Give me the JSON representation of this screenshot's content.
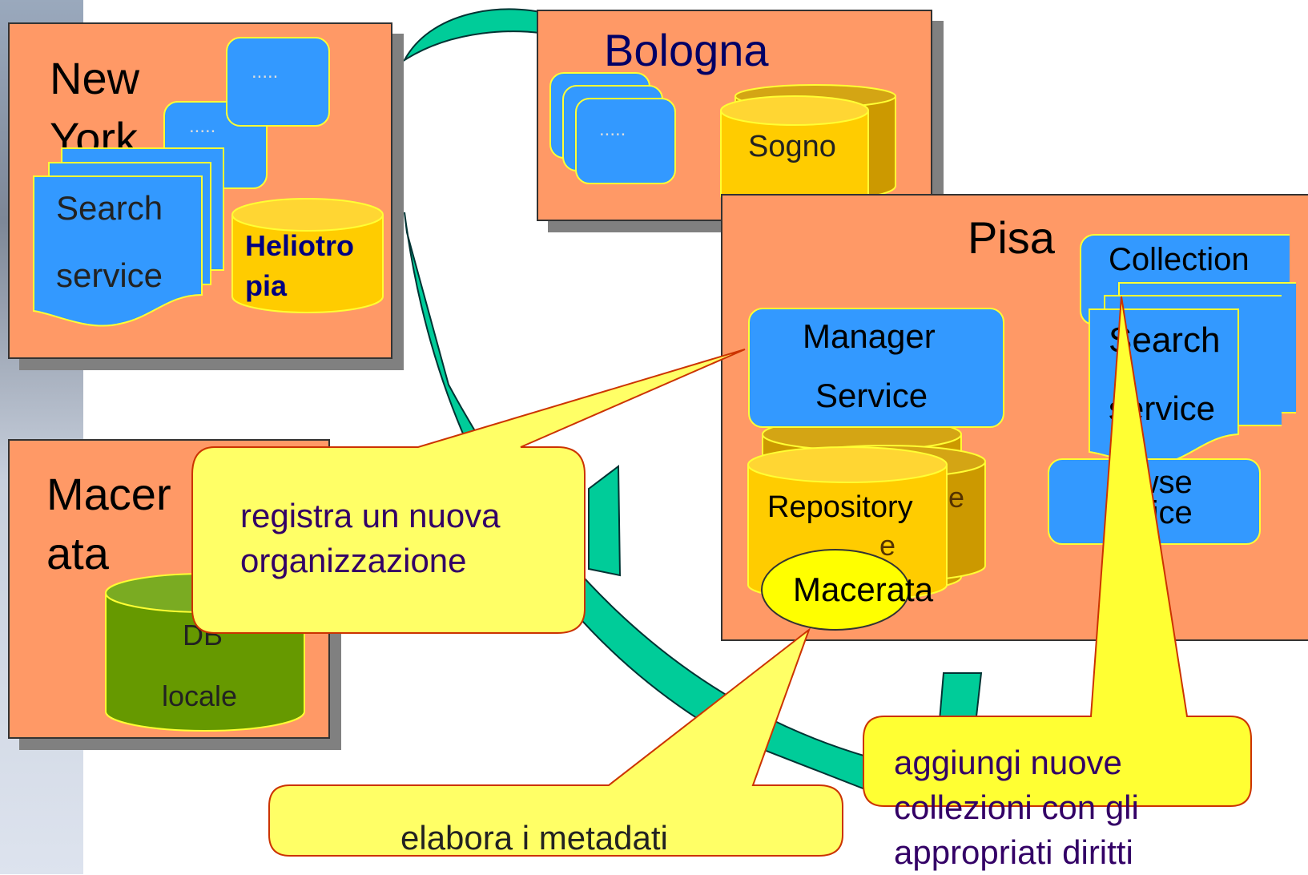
{
  "nodes": {
    "new_york": {
      "title_line1": "New",
      "title_line2": "York",
      "box1": ".....",
      "box2": ".....",
      "search_line1": "Search",
      "search_line2": "service",
      "db_line1": "Heliotro",
      "db_line2": "pia"
    },
    "bologna": {
      "title": "Bologna",
      "box": ".....",
      "db": "Sogno"
    },
    "pisa": {
      "title": "Pisa",
      "manager_line1": "Manager",
      "manager_line2": "Service",
      "repo_line1": "Repository",
      "repo_line2_fragment": "e",
      "repo_hidden": "e",
      "collection": "Collection",
      "search_line1": "Search",
      "search_line2": "service",
      "browse_line1": "rowse",
      "browse_line2": "ervice",
      "macerata_ellipse": "Macerata"
    },
    "macerata": {
      "title_line1": "Macer",
      "title_line2": "ata",
      "db_line1": "DB",
      "db_line2": "locale"
    }
  },
  "callouts": {
    "register": {
      "line1": "registra un nuova",
      "line2": "organizzazione"
    },
    "metadata": {
      "text": "elabora i metadati"
    },
    "collections": {
      "line1": "aggiungi nuove",
      "line2": "collezioni con gli",
      "line3": "appropriati diritti"
    }
  },
  "colors": {
    "panel": "#ff9966",
    "service": "#3399ff",
    "database": "#ffcc00",
    "local_db": "#669900",
    "callout": "#ffff66",
    "arrow": "#00cc99"
  }
}
